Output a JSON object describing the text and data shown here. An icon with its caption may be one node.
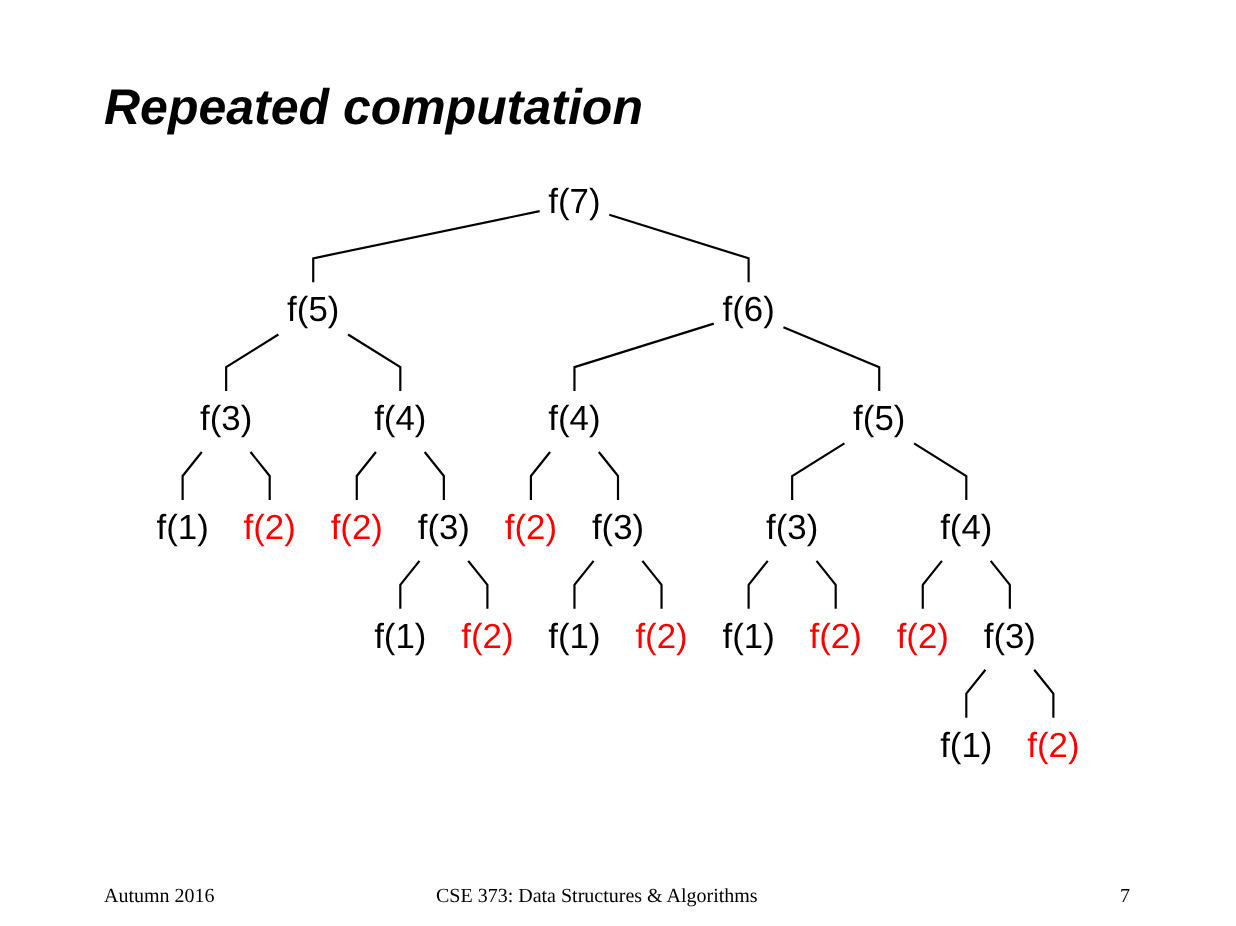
{
  "diagram": {
    "title": "Repeated computation",
    "nodes": [
      {
        "text": [
          "f(7)"
        ]
      },
      {
        "text": [
          "f(5)"
        ]
      },
      {
        "text": [
          "f(3)"
        ]
      },
      {
        "text": [
          "f(1)"
        ]
      },
      {
        "text": [
          "f(2)"
        ]
      },
      {
        "text": [
          "f(4)"
        ]
      },
      {
        "text": [
          "f(2)"
        ]
      },
      {
        "text": [
          "f(3)"
        ]
      },
      {
        "text": [
          "f(1)"
        ]
      },
      {
        "text": [
          "f(2)"
        ]
      },
      {
        "text": [
          "f(6)"
        ]
      },
      {
        "text": [
          "f(4)"
        ]
      },
      {
        "text": [
          "f(2)"
        ]
      },
      {
        "text": [
          "f(3)"
        ]
      },
      {
        "text": [
          "f(1)"
        ]
      },
      {
        "text": [
          "f(2)"
        ]
      },
      {
        "text": [
          "f(5)"
        ]
      },
      {
        "text": [
          "f(3)"
        ]
      },
      {
        "text": [
          "f(1)"
        ]
      },
      {
        "text": [
          "f(2)"
        ]
      },
      {
        "text": [
          "f(4)"
        ]
      },
      {
        "text": [
          "f(2)"
        ]
      },
      {
        "text": [
          "f(3)"
        ]
      },
      {
        "text": [
          "f(1)"
        ]
      },
      {
        "text": [
          "f(2)"
        ]
      }
    ],
    "edges": [
      {
        "from": 0,
        "to": 1,
        "arrow": "none"
      },
      {
        "from": 1,
        "to": 2,
        "arrow": "none"
      },
      {
        "from": 2,
        "to": 3,
        "arrow": "none"
      },
      {
        "from": 2,
        "to": 4,
        "arrow": "none"
      },
      {
        "from": 1,
        "to": 5,
        "arrow": "none"
      },
      {
        "from": 5,
        "to": 6,
        "arrow": "none"
      },
      {
        "from": 5,
        "to": 7,
        "arrow": "none"
      },
      {
        "from": 7,
        "to": 8,
        "arrow": "none"
      },
      {
        "from": 7,
        "to": 9,
        "arrow": "none"
      },
      {
        "from": 0,
        "to": 10,
        "arrow": "none"
      },
      {
        "from": 10,
        "to": 11,
        "arrow": "none"
      },
      {
        "from": 11,
        "to": 12,
        "arrow": "none"
      },
      {
        "from": 11,
        "to": 13,
        "arrow": "none"
      },
      {
        "from": 13,
        "to": 14,
        "arrow": "none"
      },
      {
        "from": 13,
        "to": 15,
        "arrow": "none"
      },
      {
        "from": 10,
        "to": 16,
        "arrow": "none"
      },
      {
        "from": 16,
        "to": 17,
        "arrow": "none"
      },
      {
        "from": 17,
        "to": 18,
        "arrow": "none"
      },
      {
        "from": 17,
        "to": 19,
        "arrow": "none"
      },
      {
        "from": 16,
        "to": 20,
        "arrow": "none"
      },
      {
        "from": 20,
        "to": 21,
        "arrow": "none"
      },
      {
        "from": 20,
        "to": 22,
        "arrow": "none"
      },
      {
        "from": 22,
        "to": 23,
        "arrow": "none"
      },
      {
        "from": 22,
        "to": 24,
        "arrow": "none"
      }
    ],
    "labels": [
      "Autumn 2016",
      "CSE 373: Data Structures & Algorithms",
      "7"
    ]
  }
}
